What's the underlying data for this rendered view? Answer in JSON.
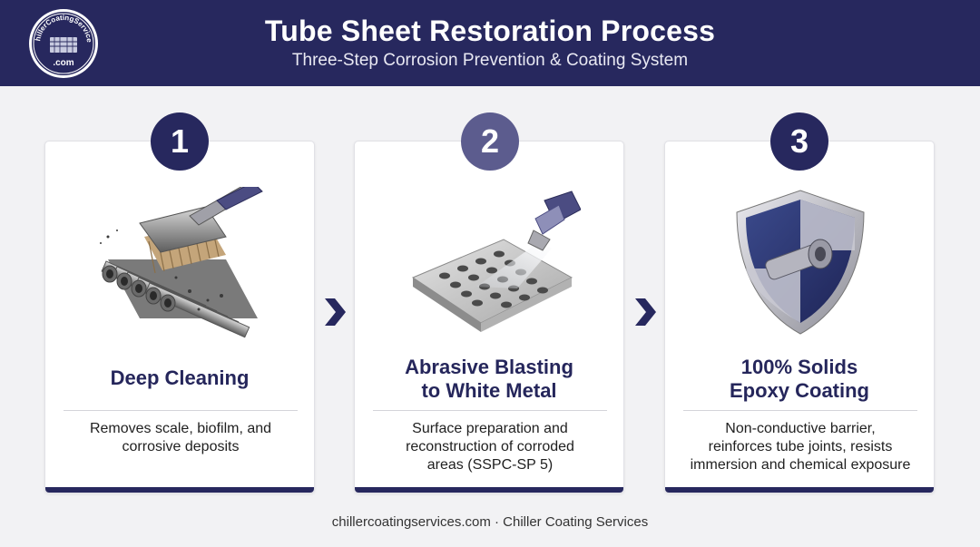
{
  "header": {
    "title": "Tube Sheet Restoration Process",
    "subtitle": "Three-Step Corrosion Prevention & Coating System",
    "logo_text_top": "ChillerCoatingServices",
    "logo_text_bottom": ".com"
  },
  "steps": [
    {
      "number": "1",
      "title_line1": "Deep Cleaning",
      "title_line2": "",
      "desc_line1": "Removes scale, biofilm, and",
      "desc_line2": "corrosive deposits",
      "desc_line3": "",
      "badge_color": "#27285e",
      "icon": "brush-cleaning-tubes-icon"
    },
    {
      "number": "2",
      "title_line1": "Abrasive Blasting",
      "title_line2": "to White Metal",
      "desc_line1": "Surface preparation and",
      "desc_line2": "reconstruction of corroded",
      "desc_line3": "areas (SSPC-SP 5)",
      "badge_color": "#5c5c8e",
      "icon": "blasting-nozzle-icon"
    },
    {
      "number": "3",
      "title_line1": "100% Solids",
      "title_line2": "Epoxy Coating",
      "desc_line1": "Non-conductive barrier,",
      "desc_line2": "reinforces tube joints, resists",
      "desc_line3": "immersion and chemical exposure",
      "badge_color": "#27285e",
      "icon": "shield-icon"
    }
  ],
  "footer": {
    "text": "chillercoatingservices.com · Chiller Coating Services"
  },
  "colors": {
    "navy": "#27285e",
    "accent": "#5c5c8e",
    "background": "#f2f2f4"
  }
}
